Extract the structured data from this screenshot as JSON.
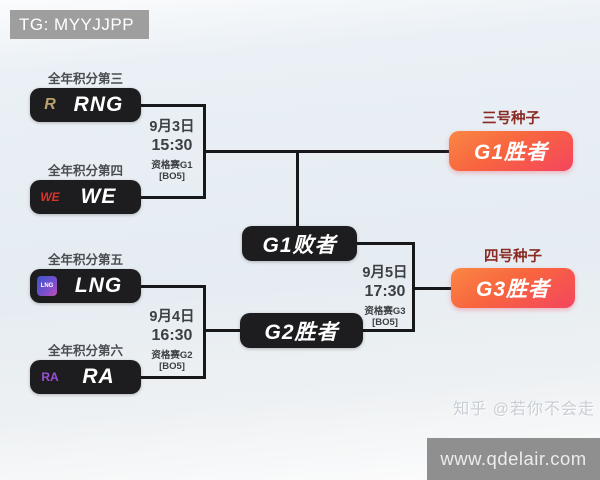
{
  "badge": {
    "text": "TG: MYYJJPP"
  },
  "teams": [
    {
      "rank_label": "全年积分第三",
      "name": "RNG",
      "logo_glyph": "R"
    },
    {
      "rank_label": "全年积分第四",
      "name": "WE",
      "logo_glyph": "WE"
    },
    {
      "rank_label": "全年积分第五",
      "name": "LNG",
      "logo_glyph": "LNG"
    },
    {
      "rank_label": "全年积分第六",
      "name": "RA",
      "logo_glyph": "RA"
    }
  ],
  "matches": [
    {
      "date": "9月3日",
      "time": "15:30",
      "stage": "资格赛G1",
      "format": "[BO5]"
    },
    {
      "date": "9月4日",
      "time": "16:30",
      "stage": "资格赛G2",
      "format": "[BO5]"
    },
    {
      "date": "9月5日",
      "time": "17:30",
      "stage": "资格赛G3",
      "format": "[BO5]"
    }
  ],
  "nodes": {
    "g1_loser": "G1败者",
    "g2_winner": "G2胜者"
  },
  "results": [
    {
      "seed": "三号种子",
      "label": "G1胜者"
    },
    {
      "seed": "四号种子",
      "label": "G3胜者"
    }
  ],
  "watermark": {
    "text": "知乎 @若你不会走"
  },
  "footer": {
    "url": "www.qdelair.com"
  },
  "colors": {
    "box_black": "#1d1d1f",
    "connector": "#17181a",
    "accent_gradient_start": "#fa8744",
    "accent_gradient_end": "#f4455f",
    "seed_label": "#8b2a22",
    "badge_gray": "#9e9e9e",
    "footer_gray": "#8f8f8f"
  }
}
